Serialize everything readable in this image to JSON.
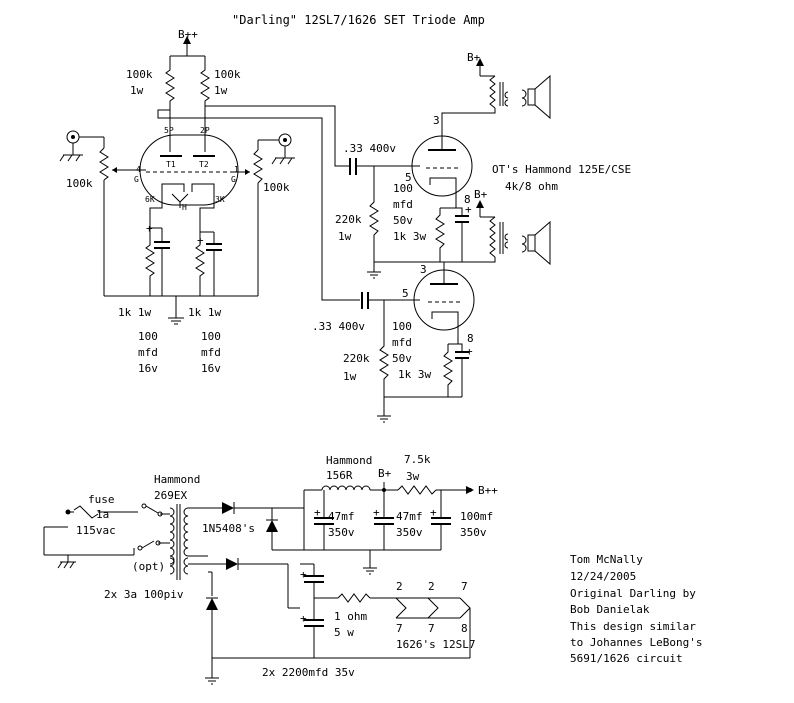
{
  "title": "\"Darling\" 12SL7/1626 SET Triode Amp",
  "labels": {
    "bpp_top": "B++",
    "r_plate_1_value": "100k",
    "r_plate_1_power": "1w",
    "r_plate_2_value": "100k",
    "r_plate_2_power": "1w",
    "pot_left": "100k",
    "pot_right": "100k",
    "pin_5p": "5P",
    "pin_2p": "2P",
    "pin_t1": "T1",
    "pin_t2": "T2",
    "pin_g_left": "G",
    "pin_g_right": "G",
    "pin_6k": "6K",
    "pin_3k": "3K",
    "pin_h": "H",
    "pin_4": "4",
    "pin_1": "1",
    "cathode_r_1": "1k 1w",
    "cathode_r_2": "1k 1w",
    "cathode_cap_1_a": "100",
    "cathode_cap_1_b": "mfd",
    "cathode_cap_1_c": "16v",
    "cathode_cap_2_a": "100",
    "cathode_cap_2_b": "mfd",
    "cathode_cap_2_c": "16v",
    "bplus_1": "B+",
    "bplus_2": "B+",
    "coupling_cap_1": ".33 400v",
    "coupling_cap_2": ".33 400v",
    "ot_note_1": "OT's Hammond 125E/CSE",
    "ot_note_2": "4k/8 ohm",
    "out_pin_3a": "3",
    "out_pin_5a": "5",
    "out_pin_8a": "8",
    "out_pin_3b": "3",
    "out_pin_5b": "5",
    "out_pin_8b": "8",
    "grid_r_1_value": "220k",
    "grid_r_1_power": "1w",
    "grid_r_2_value": "220k",
    "grid_r_2_power": "1w",
    "out_cap_1_a": "100",
    "out_cap_1_b": "mfd",
    "out_cap_1_c": "50v",
    "out_cap_2_a": "100",
    "out_cap_2_b": "mfd",
    "out_cap_2_c": "50v",
    "out_cath_r_1": "1k 3w",
    "out_cath_r_2": "1k 3w",
    "ps_transformer_1": "Hammond",
    "ps_transformer_2": "269EX",
    "fuse": "fuse",
    "fuse_rating": "1a",
    "mains": "115vac",
    "opt": "(opt)",
    "rectifier": "1N5408's",
    "choke_1": "Hammond",
    "choke_2": "156R",
    "bplus_ps": "B+",
    "r_drop_value": "7.5k",
    "r_drop_power": "3w",
    "bpp_ps": "B++",
    "cap_47_1_a": "47mf",
    "cap_47_1_b": "350v",
    "cap_47_2_a": "47mf",
    "cap_47_2_b": "350v",
    "cap_100_a": "100mf",
    "cap_100_b": "350v",
    "diodes_heater": "2x 3a 100piv",
    "r_heater_1": "1 ohm",
    "r_heater_2": "5 w",
    "caps_heater": "2x 2200mfd 35v",
    "heater_top_1": "2",
    "heater_top_2": "2",
    "heater_top_3": "7",
    "heater_bot_1": "7",
    "heater_bot_2": "7",
    "heater_bot_3": "8",
    "heater_note": "1626's 12SL7"
  },
  "notes": [
    "Tom McNally",
    "12/24/2005",
    "Original Darling by",
    "Bob Danielak",
    "This design similar",
    "to Johannes LeBong's",
    "5691/1626 circuit"
  ]
}
